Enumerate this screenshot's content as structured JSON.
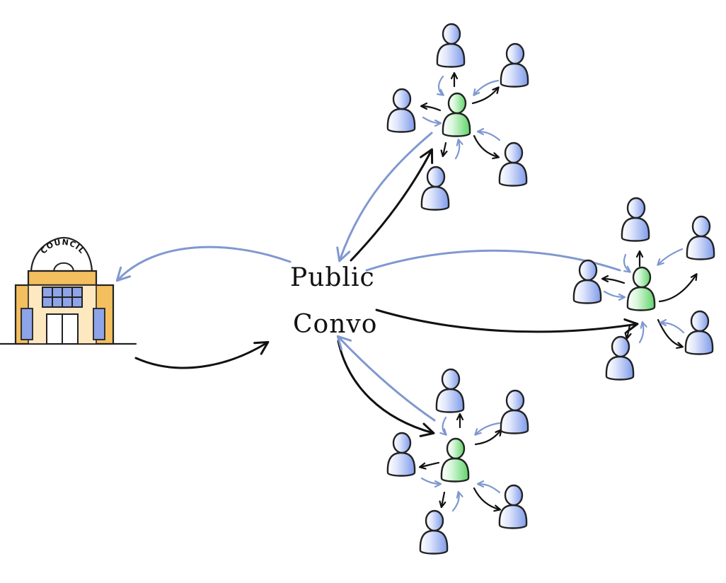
{
  "diagram": {
    "center_label_line1": "Public",
    "center_label_line2": "Convo",
    "building_sign": "COUNCIL"
  },
  "colors": {
    "person_blue": "#7f9bea",
    "person_green": "#5fd468",
    "arrow_blue": "#8098d0",
    "arrow_black": "#111111",
    "building_yellow": "#f3bf5f",
    "building_window": "#8ea4e8"
  },
  "icons": {
    "building": "council-building-icon",
    "person": "person-icon",
    "hub_person": "hub-person-icon"
  }
}
